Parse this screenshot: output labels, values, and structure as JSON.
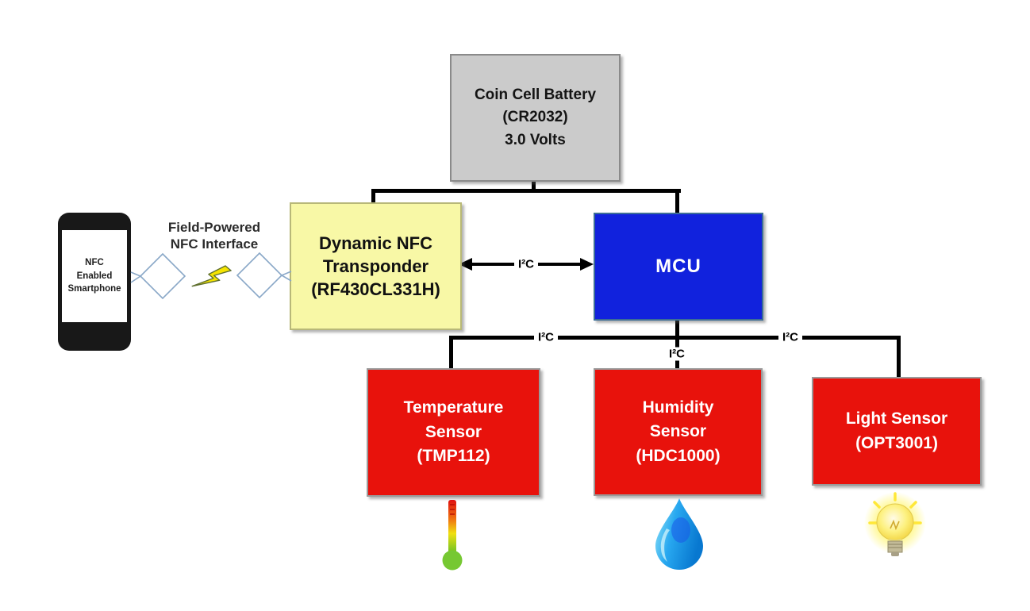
{
  "blocks": {
    "battery": {
      "line1": "Coin Cell Battery",
      "line2": "(CR2032)",
      "line3": "3.0 Volts"
    },
    "transponder": {
      "line1": "Dynamic NFC",
      "line2": "Transponder",
      "line3": "(RF430CL331H)"
    },
    "mcu": {
      "label": "MCU"
    },
    "temperature": {
      "line1": "Temperature",
      "line2": "Sensor",
      "line3": "(TMP112)"
    },
    "humidity": {
      "line1": "Humidity",
      "line2": "Sensor",
      "line3": "(HDC1000)"
    },
    "light": {
      "line1": "Light Sensor",
      "line2": "(OPT3001)"
    }
  },
  "phone": {
    "line1": "NFC",
    "line2": "Enabled",
    "line3": "Smartphone"
  },
  "labels": {
    "nfc_interface_line1": "Field-Powered",
    "nfc_interface_line2": "NFC Interface",
    "i2c_top": "I²C",
    "i2c_left": "I²C",
    "i2c_mid": "I²C",
    "i2c_right": "I²C"
  },
  "icons": {
    "thermometer": "thermometer-icon",
    "water_drop": "water-drop-icon",
    "light_bulb": "light-bulb-icon",
    "lightning_bolt": "lightning-bolt-icon",
    "nfc_antennas": "nfc-antenna-icon"
  },
  "colors": {
    "battery_fill": "#cbcbcb",
    "transponder_fill": "#f8f8a6",
    "mcu_fill": "#1122dd",
    "sensor_fill": "#e8120c",
    "connector_line": "#000000",
    "antenna_stroke": "#8aa8c8",
    "bolt_fill": "#f5e400"
  }
}
